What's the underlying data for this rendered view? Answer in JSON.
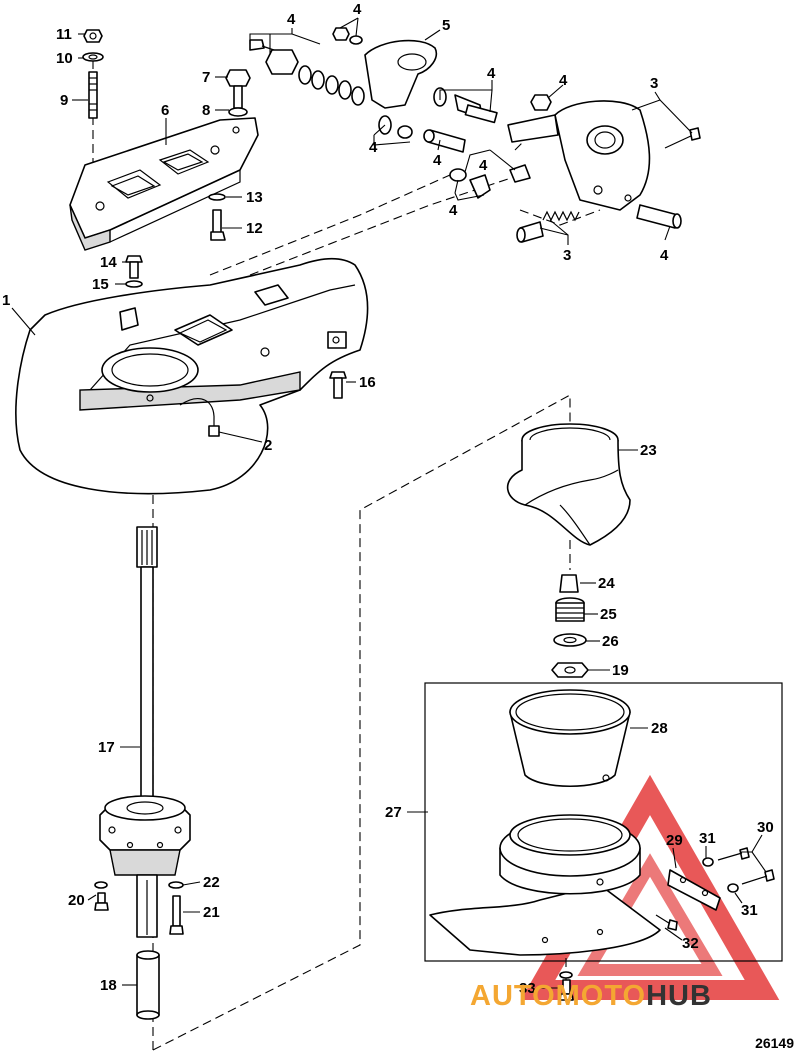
{
  "figure_number": "26149",
  "watermark": {
    "text_orange": "AUTOMOTO",
    "text_dark": "HUB",
    "color_orange": "#f4a732",
    "color_dark": "#333333",
    "color_red": "#e02020"
  },
  "callouts": [
    {
      "id": "c11",
      "label": "11"
    },
    {
      "id": "c10",
      "label": "10"
    },
    {
      "id": "c9",
      "label": "9"
    },
    {
      "id": "c7",
      "label": "7"
    },
    {
      "id": "c8",
      "label": "8"
    },
    {
      "id": "c6",
      "label": "6"
    },
    {
      "id": "c13",
      "label": "13"
    },
    {
      "id": "c12",
      "label": "12"
    },
    {
      "id": "c14",
      "label": "14"
    },
    {
      "id": "c15",
      "label": "15"
    },
    {
      "id": "c1",
      "label": "1"
    },
    {
      "id": "c16",
      "label": "16"
    },
    {
      "id": "c2",
      "label": "2"
    },
    {
      "id": "c17",
      "label": "17"
    },
    {
      "id": "c20",
      "label": "20"
    },
    {
      "id": "c22",
      "label": "22"
    },
    {
      "id": "c21",
      "label": "21"
    },
    {
      "id": "c18",
      "label": "18"
    },
    {
      "id": "c4a",
      "label": "4"
    },
    {
      "id": "c4b",
      "label": "4"
    },
    {
      "id": "c5",
      "label": "5"
    },
    {
      "id": "c4c",
      "label": "4"
    },
    {
      "id": "c4d",
      "label": "4"
    },
    {
      "id": "c3a",
      "label": "3"
    },
    {
      "id": "c4e",
      "label": "4"
    },
    {
      "id": "c4f",
      "label": "4"
    },
    {
      "id": "c4g",
      "label": "4"
    },
    {
      "id": "c4h",
      "label": "4"
    },
    {
      "id": "c3b",
      "label": "3"
    },
    {
      "id": "c4i",
      "label": "4"
    },
    {
      "id": "c23",
      "label": "23"
    },
    {
      "id": "c24",
      "label": "24"
    },
    {
      "id": "c25",
      "label": "25"
    },
    {
      "id": "c26",
      "label": "26"
    },
    {
      "id": "c19",
      "label": "19"
    },
    {
      "id": "c28",
      "label": "28"
    },
    {
      "id": "c27",
      "label": "27"
    },
    {
      "id": "c29",
      "label": "29"
    },
    {
      "id": "c31a",
      "label": "31"
    },
    {
      "id": "c30",
      "label": "30"
    },
    {
      "id": "c31b",
      "label": "31"
    },
    {
      "id": "c32",
      "label": "32"
    },
    {
      "id": "c33",
      "label": "33"
    }
  ]
}
